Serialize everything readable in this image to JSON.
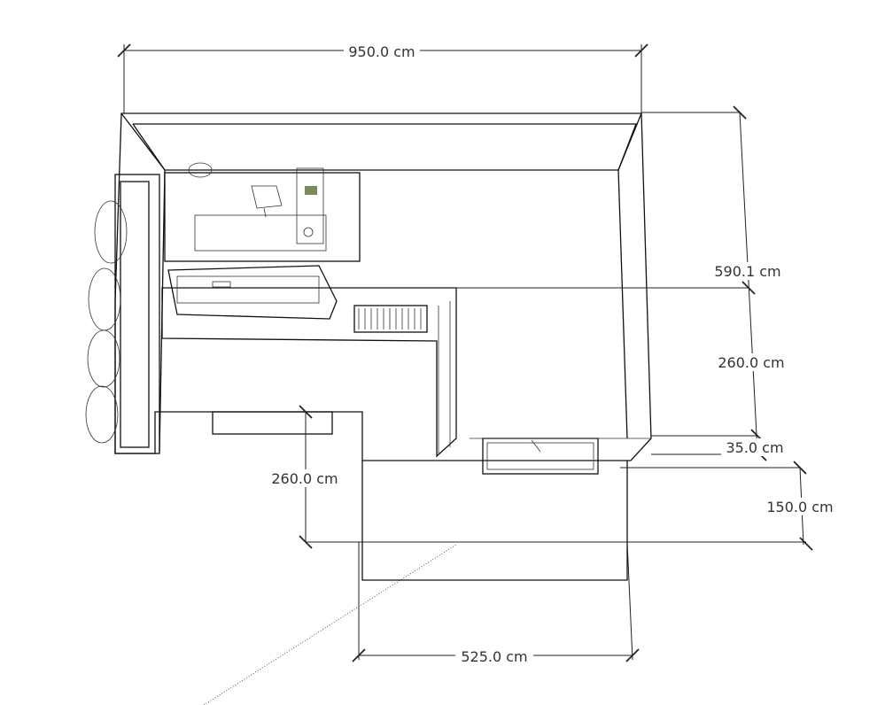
{
  "dimensions": {
    "total_width": "950.0 cm",
    "total_depth": "590.1 cm",
    "right_section_depth": "260.0 cm",
    "wall_thickness": "35.0 cm",
    "balcony_depth": "150.0 cm",
    "left_section_depth": "260.0 cm",
    "balcony_width": "525.0 cm"
  }
}
